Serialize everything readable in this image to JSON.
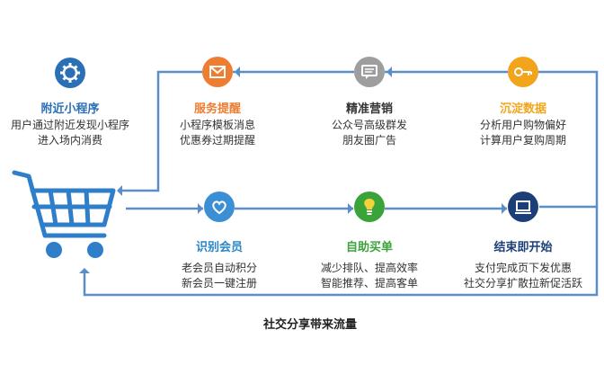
{
  "nodes": [
    {
      "id": "nearby",
      "title": "附近小程序",
      "lines": [
        "用户通过附近发现小程序",
        "进入场内消费"
      ],
      "color": "#2b6fb6",
      "icon": "gear-icon"
    },
    {
      "id": "service",
      "title": "服务提醒",
      "lines": [
        "小程序模板消息",
        "优惠券过期提醒"
      ],
      "color": "#ee7d31",
      "icon": "envelope-icon"
    },
    {
      "id": "marketing",
      "title": "精准营销",
      "lines": [
        "公众号高级群发",
        "朋友圈广告"
      ],
      "color": "#333333",
      "icon": "message-icon"
    },
    {
      "id": "data",
      "title": "沉淀数据",
      "lines": [
        "分析用户购物偏好",
        "计算用户复购周期"
      ],
      "color": "#f2a51a",
      "icon": "key-icon"
    },
    {
      "id": "member",
      "title": "识别会员",
      "lines": [
        "老会员自动积分",
        "新会员一键注册"
      ],
      "color": "#2b86c8",
      "icon": "heart-icon"
    },
    {
      "id": "checkout",
      "title": "自助买单",
      "lines": [
        "减少排队、提高效率",
        "智能推荐、提高客单"
      ],
      "color": "#3aa33a",
      "icon": "bulb-icon"
    },
    {
      "id": "end",
      "title": "结束即开始",
      "lines": [
        "支付完成页下发优惠",
        "社交分享扩散拉新促活跃"
      ],
      "color": "#1c3f78",
      "icon": "laptop-icon"
    }
  ],
  "footer": "社交分享带来流量",
  "colors": {
    "arrow": "#5b8ec9",
    "cart": "#2f7ec9"
  }
}
